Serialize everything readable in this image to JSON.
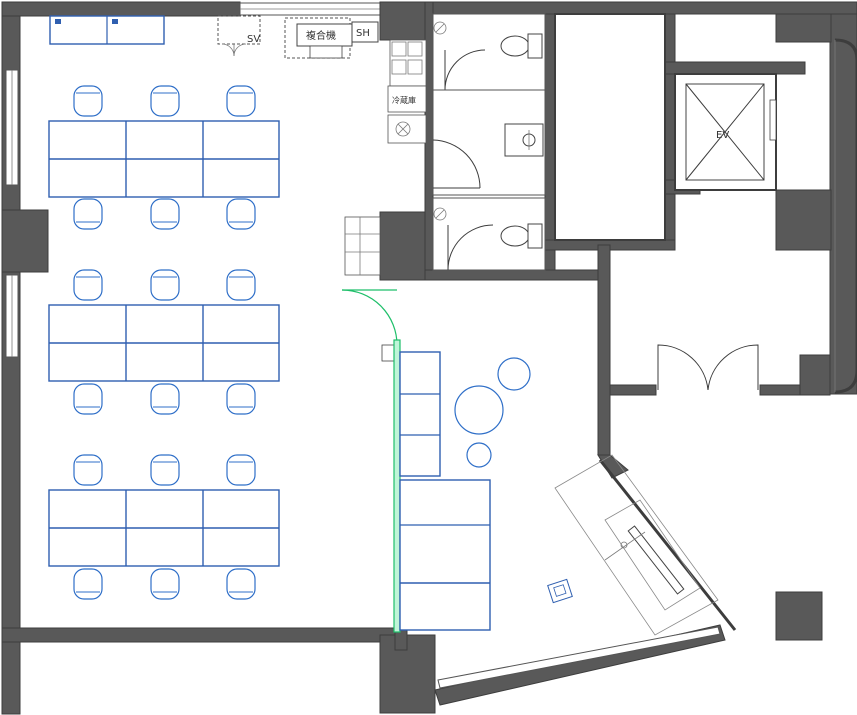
{
  "labels": {
    "sv": "SV",
    "copier": "複合機",
    "sh": "SH",
    "ev": "EV",
    "appliance": "冷蔵庫"
  },
  "colors": {
    "wall": "#595959",
    "furniture_blue": "#2f5fb0",
    "partition_green": "#1fbf6a",
    "line": "#3d3d3d"
  }
}
